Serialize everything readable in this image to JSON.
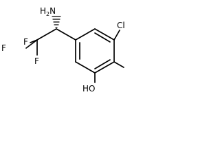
{
  "molecule": {
    "atoms": {
      "amine": "H2N",
      "amine_prefix": "H",
      "amine_subscript": "2",
      "amine_element": "N",
      "chlorine": "Cl",
      "hydroxyl": "HO",
      "fluorine_top": "F",
      "fluorine_left": "F",
      "fluorine_bottom": "F"
    },
    "stereo_bond": "hashed-wedge",
    "bond_color": "#000000",
    "label_color": "#000000"
  }
}
